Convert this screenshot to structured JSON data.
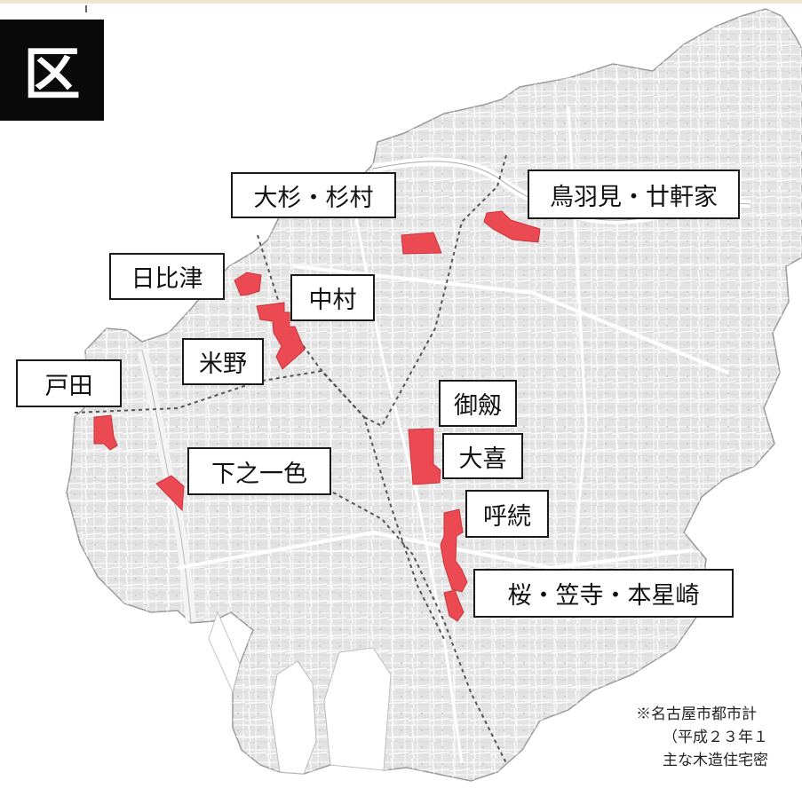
{
  "badge": {
    "text": "区"
  },
  "labels": {
    "osugi_sugimura": "大杉・杉村",
    "tobami_nijikenya": "鳥羽見・廿軒家",
    "hibitsu": "日比津",
    "nakamura": "中村",
    "komeno": "米野",
    "toda": "戸田",
    "shimonoisshiki": "下之一色",
    "gokuraku": "御劔",
    "daiki": "大喜",
    "yobitsugi": "呼続",
    "sakura_kasadera_motohoshizaki": "桜・笠寺・本星崎"
  },
  "note": {
    "line1": "※名古屋市都市計",
    "line2": "（平成２３年１",
    "line3": "主な木造住宅密"
  },
  "colors": {
    "district_fill": "#ec4a52",
    "land": "#e2e2e2",
    "rail_line": "#555555"
  }
}
